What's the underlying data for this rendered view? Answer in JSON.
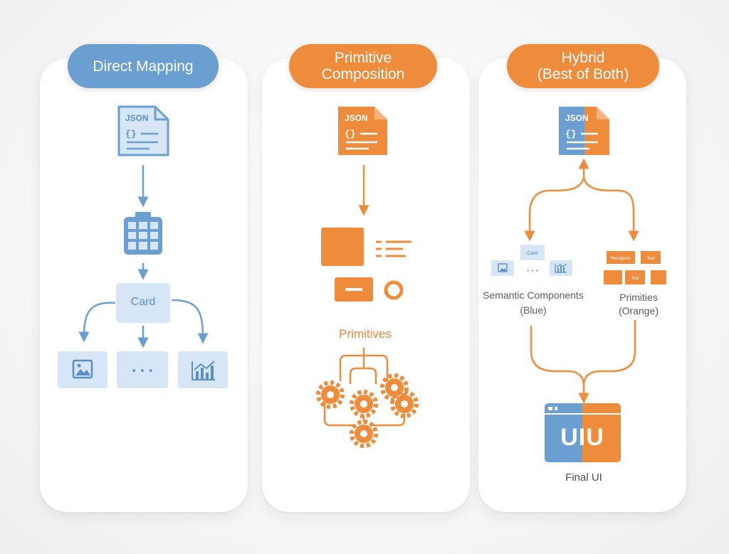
{
  "columns": [
    {
      "title": "Direct Mapping",
      "color": "#6b9fd1"
    },
    {
      "title": "Primitive\nComposition",
      "color": "#ef8c3c"
    },
    {
      "title": "Hybrid\n(Best of Both)",
      "color": "#ef8c3c"
    }
  ],
  "direct": {
    "json_label": "JSON",
    "json_braces": "{}",
    "card_label": "Card",
    "ellipsis": "• • •"
  },
  "primitive": {
    "json_label": "JSON",
    "json_braces": "{}",
    "primitives_label": "Primitives"
  },
  "hybrid": {
    "json_label": "JSON",
    "json_braces": "{}",
    "mini_card": "Card",
    "mini_ellipsis": "• • •",
    "semantic_label": "Semantic Components\n(Blue)",
    "mini_prim_1": "Recognize",
    "mini_prim_2": "Text",
    "mini_prim_3": "Text",
    "primitives_label": "Primities\n(Orange)",
    "final_screen_text": "UIU",
    "final_label": "Final UI"
  },
  "colors": {
    "blue": "#6b9fd1",
    "blue_light": "#d6e6f6",
    "orange": "#ef8c3c"
  }
}
